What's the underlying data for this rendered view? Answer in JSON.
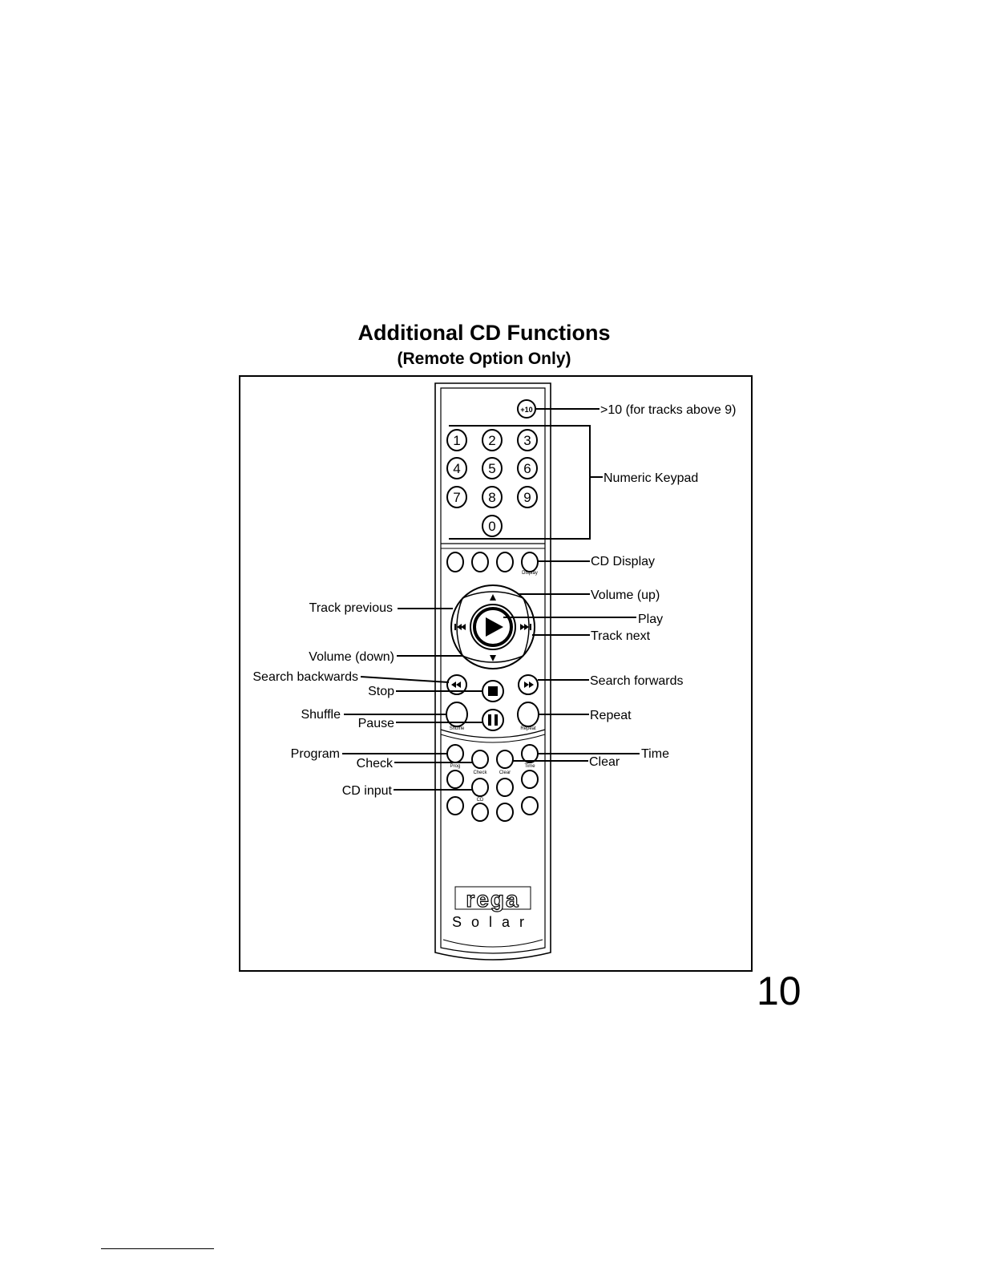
{
  "heading": {
    "title": "Additional CD Functions",
    "subtitle": "(Remote Option Only)"
  },
  "callouts": {
    "plus10": ">10 (for tracks above 9)",
    "numeric_keypad": "Numeric Keypad",
    "cd_display": "CD Display",
    "volume_up": "Volume (up)",
    "play": "Play",
    "track_next": "Track next",
    "track_previous": "Track previous",
    "volume_down": "Volume (down)",
    "search_backwards": "Search backwards",
    "stop": "Stop",
    "search_forwards": "Search forwards",
    "shuffle": "Shuffle",
    "pause": "Pause",
    "repeat": "Repeat",
    "program": "Program",
    "check": "Check",
    "clear": "Clear",
    "time": "Time",
    "cd_input": "CD input"
  },
  "remote": {
    "plus10_key": "+10",
    "digits": [
      "1",
      "2",
      "3",
      "4",
      "5",
      "6",
      "7",
      "8",
      "9",
      "0"
    ],
    "button_captions": {
      "display": "Display",
      "shuffle": "Shuffle",
      "repeat": "Repeat",
      "prog": "Prog",
      "check": "Check",
      "clear": "Clear",
      "time": "Time",
      "cd": "CD"
    },
    "brand_logo": "rega",
    "model": "Solar"
  },
  "page_number": "10"
}
